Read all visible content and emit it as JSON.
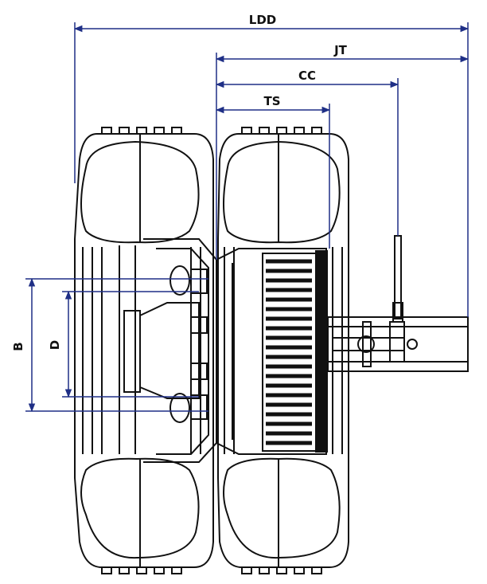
{
  "diagram": {
    "dimension_labels": {
      "ldd": "LDD",
      "jt": "JT",
      "cc": "CC",
      "ts": "TS",
      "b": "B",
      "d": "D"
    },
    "colors": {
      "dimension_line": "#1f2f86",
      "outline": "#111111",
      "background": "#ffffff"
    }
  }
}
